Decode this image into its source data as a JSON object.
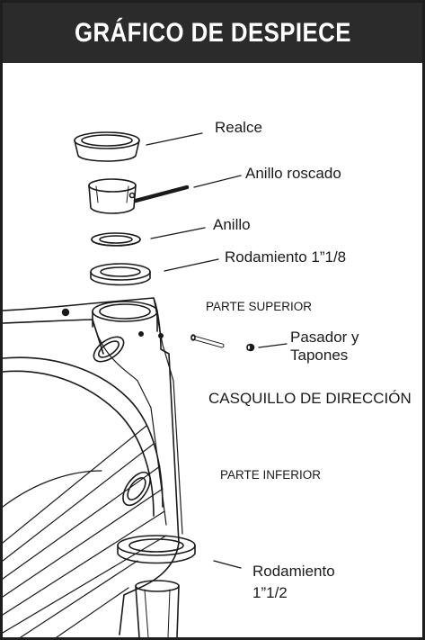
{
  "header": {
    "title": "GRÁFICO DE DESPIECE"
  },
  "labels": {
    "realce": "Realce",
    "anillo_roscado": "Anillo roscado",
    "anillo": "Anillo",
    "rodamiento_superior": "Rodamiento 1”1/8",
    "parte_superior": "PARTE SUPERIOR",
    "pasador_line1": "Pasador y",
    "pasador_line2": "Tapones",
    "casquillo": "CASQUILLO DE DIRECCIÓN",
    "parte_inferior": "PARTE INFERIOR",
    "rodamiento_inferior_line1": "Rodamiento",
    "rodamiento_inferior_line2": "1”1/2"
  },
  "colors": {
    "header_bg": "#2b2b2b",
    "frame_border": "#1e1e1e",
    "line": "#1a1a1a"
  }
}
